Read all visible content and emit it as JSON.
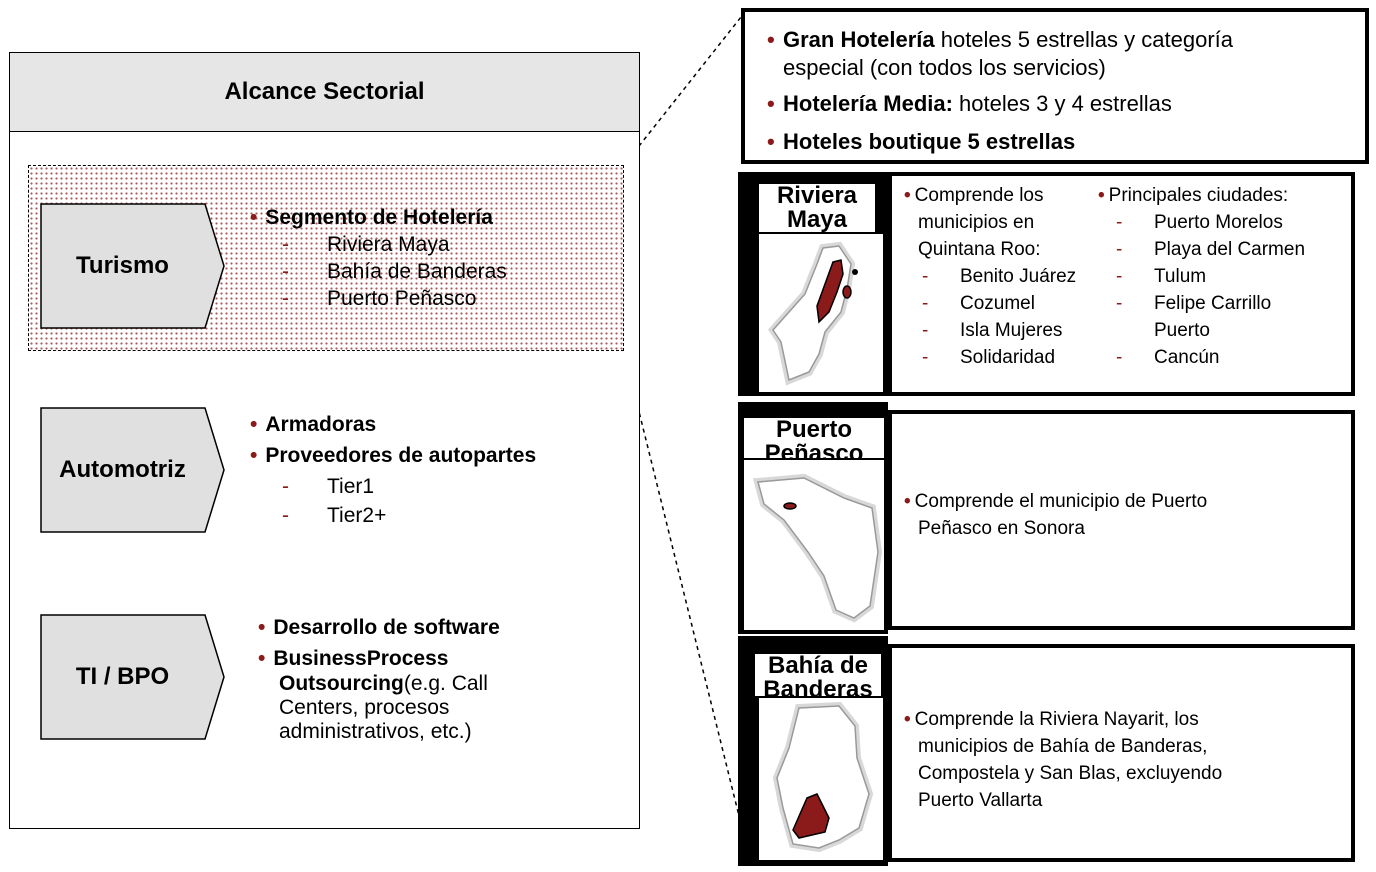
{
  "left": {
    "header": "Alcance Sectorial",
    "sectors": [
      {
        "label": "Turismo",
        "bullets": [
          {
            "text": "Segmento de Hotelería",
            "subs": [
              "Riviera Maya",
              "Bahía de Banderas",
              "Puerto Peñasco"
            ]
          }
        ]
      },
      {
        "label": "Automotriz",
        "bullets": [
          {
            "text": "Armadoras",
            "subs": []
          },
          {
            "text": "Proveedores de autopartes",
            "subs": [
              "Tier1",
              "Tier2+"
            ]
          }
        ]
      },
      {
        "label": "TI / BPO",
        "bullets": [
          {
            "text": "Desarrollo de software"
          },
          {
            "bold": "BusinessProcess",
            "bold2": "Outsourcing",
            "rest": "(e.g. Call",
            "rest2": "Centers, procesos",
            "rest3": "administrativos, etc.)"
          }
        ]
      }
    ]
  },
  "top_box": {
    "line1_bold": "Gran Hotelería",
    "line1_rest": " hoteles 5 estrellas y categoría",
    "line1_cont": "especial (con todos los servicios)",
    "line2_bold": "Hotelería Media:",
    "line2_rest": " hoteles 3 y 4 estrellas",
    "line3_bold": "Hoteles boutique 5 estrellas"
  },
  "regions": [
    {
      "title_1": "Riviera",
      "title_2": "Maya",
      "col1_intro": [
        "Comprende los",
        "municipios en",
        "Quintana Roo:"
      ],
      "col1_items": [
        "Benito Juárez",
        "Cozumel",
        "Isla Mujeres",
        "Solidaridad"
      ],
      "col2_intro": "Principales ciudades:",
      "col2_items": [
        "Puerto Morelos",
        "Playa del Carmen",
        "Tulum",
        "Felipe Carrillo",
        "Puerto",
        "Cancún"
      ]
    },
    {
      "title_1": "Puerto",
      "title_2": "Peñasco",
      "desc": [
        "Comprende el municipio de Puerto",
        "Peñasco en Sonora"
      ]
    },
    {
      "title_1": "Bahía de",
      "title_2": "Banderas",
      "desc": [
        "Comprende la Riviera Nayarit, los",
        "municipios de Bahía de Banderas,",
        "Compostela y San Blas, excluyendo",
        "Puerto Vallarta"
      ]
    }
  ],
  "colors": {
    "accent": "#8b1a1a",
    "header_fill": "#e6e6e6",
    "chevron_fill": "#e0e0e0"
  }
}
